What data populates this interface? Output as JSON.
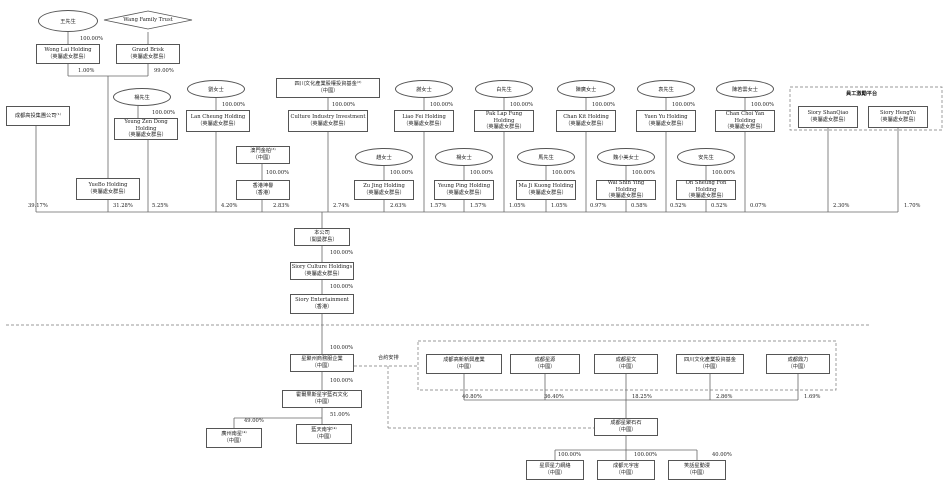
{
  "owners": {
    "wang": "王先生",
    "wang_trust": "Wang Family Trust",
    "yang_m": "楊先生",
    "liu": "劉女士",
    "xie": "謝女士",
    "bai": "白先生",
    "chen": "陳廣女士",
    "yuan": "袁先生",
    "chen2": "陳若雲女士",
    "zhao": "趙女士",
    "yang_f": "楊女士",
    "ma": "馬先生",
    "wei": "魏小美女士",
    "an": "安先生"
  },
  "holdings": {
    "wang_lai": [
      "Wong Lai Holding",
      "（英屬處女群島）"
    ],
    "grand_brisk": [
      "Grand Brisk",
      "（英屬處女群島）"
    ],
    "chengdu_gaotou": [
      "成都高投集團公司⁽¹⁾"
    ],
    "yang_zen": [
      "Yeung Zen Dong Holding",
      "（英屬處女群島）"
    ],
    "yuebo": [
      "YueBo Holding",
      "（英屬處女群島）"
    ],
    "lan_cheung": [
      "Lan Cheung Holding",
      "（英屬處女群島）"
    ],
    "sichuan_fund": [
      "四川文化產業股權投資基金⁽²⁾",
      "（中國）"
    ],
    "culture_inv": [
      "Culture Industry Investment",
      "（英屬處女群島）"
    ],
    "macau": [
      "澳門金柏⁽³⁾",
      "（中國）"
    ],
    "hk_zonghua": [
      "香港坤譽",
      "（香港）"
    ],
    "liao_fei": [
      "Liao Fei Holding",
      "（英屬處女群島）"
    ],
    "pak_lap": [
      "Pak Lap Fung Holding",
      "（英屬處女群島）"
    ],
    "chan_kit": [
      "Chan Kit Holding",
      "（英屬處女群島）"
    ],
    "yuen_yu": [
      "Yuen Yu Holding",
      "（英屬處女群島）"
    ],
    "chan_choi": [
      "Chan Choi Yan Holding",
      "（英屬處女群島）"
    ],
    "zu_jing": [
      "Zu Jing Holding",
      "（英屬處女群島）"
    ],
    "yeung_ping": [
      "Yeung Ping Holding",
      "（英屬處女群島）"
    ],
    "ma_ji": [
      "Ma Ji Kuong Holding",
      "（英屬處女群島）"
    ],
    "wai_shin": [
      "Wai Shin Ying Holding",
      "（英屬處女群島）"
    ],
    "on_sheung": [
      "On Sheung Fon Holding",
      "（英屬處女群島）"
    ],
    "shanqiao": [
      "Siory ShanQiao",
      "（英屬處女群島）"
    ],
    "hengyu": [
      "Siory HengYu",
      "（英屬處女群島）"
    ]
  },
  "platform_label": "員工激勵平台",
  "stakes": {
    "wang_to_wanglai": "100.00%",
    "wanglai_to_yuebo": "1.00%",
    "grand_to_yuebo": "99.00%",
    "yang_to_yz": "100.00%",
    "liu_to_lc": "100.00%",
    "fund_to_ci": "100.00%",
    "macau_to_hk": "100.00%",
    "xie_to_lf": "100.00%",
    "bai_to_pl": "100.00%",
    "chen_to_ck": "100.00%",
    "yuan_to_yy": "100.00%",
    "chen2_to_cc": "100.00%",
    "zhao_to_zj": "100.00%",
    "yangf_to_yp": "100.00%",
    "ma_to_mj": "100.00%",
    "wei_to_ws": "100.00%",
    "an_to_os": "100.00%"
  },
  "company_stakes": [
    "39.17%",
    "31.28%",
    "5.25%",
    "4.20%",
    "2.83%",
    "2.74%",
    "2.63%",
    "1.57%",
    "1.57%",
    "1.05%",
    "1.05%",
    "0.97%",
    "0.58%",
    "0.52%",
    "0.52%",
    "0.07%",
    "2.30%",
    "1.70%"
  ],
  "company": [
    "本公司",
    "（開曼群島）"
  ],
  "siory_culture": [
    "Siory Culture Holdings",
    "（英屬處女群島）"
  ],
  "siory_ent": [
    "Siory Entertainment",
    "（香港）"
  ],
  "chain_stakes": [
    "100.00%",
    "100.00%",
    "100.00%",
    "100.00%",
    "51.00%",
    "49.00%"
  ],
  "prc_entity": [
    "星聚州商務服企業",
    "（中國）"
  ],
  "xuan_ent": [
    "霍爾果斯星宇藍石文化",
    "（中國）"
  ],
  "sub_a": [
    "廣州南星⁽⁴⁾",
    "（中國）"
  ],
  "sub_b": [
    "藍天南宇⁽⁴⁾",
    "（中國）"
  ],
  "contract_label": "合約安排",
  "vie_owners": [
    [
      "成都高新新興產業",
      "（中國）"
    ],
    [
      "成都星源",
      "（中國）"
    ],
    [
      "成都星文",
      "（中國）"
    ],
    [
      "四川文化產業投資基金",
      "（中國）"
    ],
    [
      "成都鼎力",
      "（中國）"
    ]
  ],
  "vie_stakes": [
    "40.80%",
    "36.40%",
    "18.25%",
    "2.86%",
    "1.69%"
  ],
  "opco": [
    "成都星聚石石",
    "（中國）"
  ],
  "opco_subs": [
    [
      "星辰星力網絡",
      "（中國）"
    ],
    [
      "成都元宇宙",
      "（中國）"
    ],
    [
      "笑話星動漫",
      "（中國）"
    ]
  ],
  "opco_stakes": [
    "100.00%",
    "100.00%",
    "40.00%"
  ]
}
